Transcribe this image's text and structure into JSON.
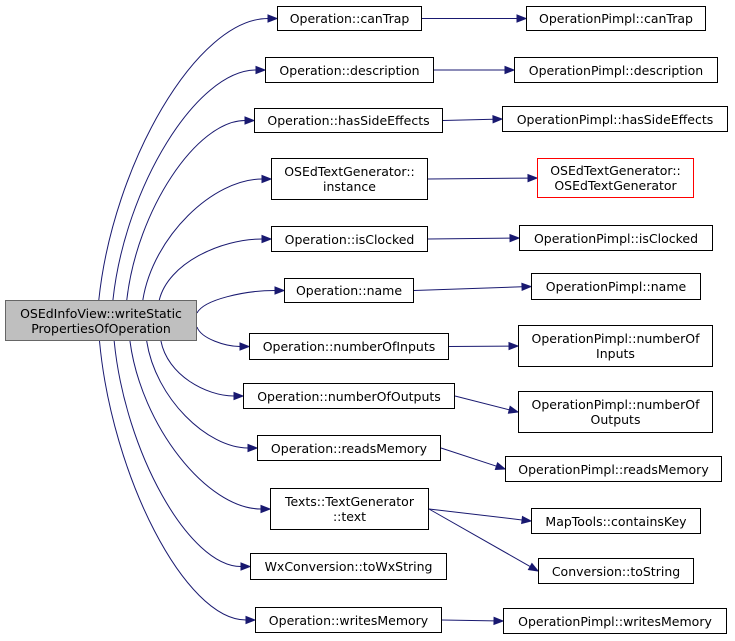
{
  "colors": {
    "edge": "#191970",
    "node_border": "#000000",
    "root_fill": "#bfbfbf",
    "highlight_border": "#ff0000"
  },
  "nodes": {
    "root": {
      "lines": [
        "OSEdInfoView::writeStatic",
        "PropertiesOfOperation"
      ]
    },
    "op_canTrap": {
      "lines": [
        "Operation::canTrap"
      ]
    },
    "op_description": {
      "lines": [
        "Operation::description"
      ]
    },
    "op_hasSideEffects": {
      "lines": [
        "Operation::hasSideEffects"
      ]
    },
    "textgen_instance": {
      "lines": [
        "OSEdTextGenerator::",
        "instance"
      ]
    },
    "op_isClocked": {
      "lines": [
        "Operation::isClocked"
      ]
    },
    "op_name": {
      "lines": [
        "Operation::name"
      ]
    },
    "op_numberOfInputs": {
      "lines": [
        "Operation::numberOfInputs"
      ]
    },
    "op_numberOfOutputs": {
      "lines": [
        "Operation::numberOfOutputs"
      ]
    },
    "op_readsMemory": {
      "lines": [
        "Operation::readsMemory"
      ]
    },
    "texts_text": {
      "lines": [
        "Texts::TextGenerator",
        "::text"
      ]
    },
    "wx_toWxString": {
      "lines": [
        "WxConversion::toWxString"
      ]
    },
    "op_writesMemory": {
      "lines": [
        "Operation::writesMemory"
      ]
    },
    "pimpl_canTrap": {
      "lines": [
        "OperationPimpl::canTrap"
      ]
    },
    "pimpl_description": {
      "lines": [
        "OperationPimpl::description"
      ]
    },
    "pimpl_hasSideEffects": {
      "lines": [
        "OperationPimpl::hasSideEffects"
      ]
    },
    "textgen_ctor": {
      "lines": [
        "OSEdTextGenerator::",
        "OSEdTextGenerator"
      ]
    },
    "pimpl_isClocked": {
      "lines": [
        "OperationPimpl::isClocked"
      ]
    },
    "pimpl_name": {
      "lines": [
        "OperationPimpl::name"
      ]
    },
    "pimpl_numberOfInputs": {
      "lines": [
        "OperationPimpl::numberOf",
        "Inputs"
      ]
    },
    "pimpl_numberOfOutputs": {
      "lines": [
        "OperationPimpl::numberOf",
        "Outputs"
      ]
    },
    "pimpl_readsMemory": {
      "lines": [
        "OperationPimpl::readsMemory"
      ]
    },
    "maptools_containsKey": {
      "lines": [
        "MapTools::containsKey"
      ]
    },
    "conversion_toString": {
      "lines": [
        "Conversion::toString"
      ]
    },
    "pimpl_writesMemory": {
      "lines": [
        "OperationPimpl::writesMemory"
      ]
    }
  },
  "edges": [
    [
      "root",
      "op_canTrap"
    ],
    [
      "root",
      "op_description"
    ],
    [
      "root",
      "op_hasSideEffects"
    ],
    [
      "root",
      "textgen_instance"
    ],
    [
      "root",
      "op_isClocked"
    ],
    [
      "root",
      "op_name"
    ],
    [
      "root",
      "op_numberOfInputs"
    ],
    [
      "root",
      "op_numberOfOutputs"
    ],
    [
      "root",
      "op_readsMemory"
    ],
    [
      "root",
      "texts_text"
    ],
    [
      "root",
      "wx_toWxString"
    ],
    [
      "root",
      "op_writesMemory"
    ],
    [
      "op_canTrap",
      "pimpl_canTrap"
    ],
    [
      "op_description",
      "pimpl_description"
    ],
    [
      "op_hasSideEffects",
      "pimpl_hasSideEffects"
    ],
    [
      "textgen_instance",
      "textgen_ctor"
    ],
    [
      "op_isClocked",
      "pimpl_isClocked"
    ],
    [
      "op_name",
      "pimpl_name"
    ],
    [
      "op_numberOfInputs",
      "pimpl_numberOfInputs"
    ],
    [
      "op_numberOfOutputs",
      "pimpl_numberOfOutputs"
    ],
    [
      "op_readsMemory",
      "pimpl_readsMemory"
    ],
    [
      "texts_text",
      "maptools_containsKey"
    ],
    [
      "texts_text",
      "conversion_toString"
    ],
    [
      "op_writesMemory",
      "pimpl_writesMemory"
    ]
  ]
}
